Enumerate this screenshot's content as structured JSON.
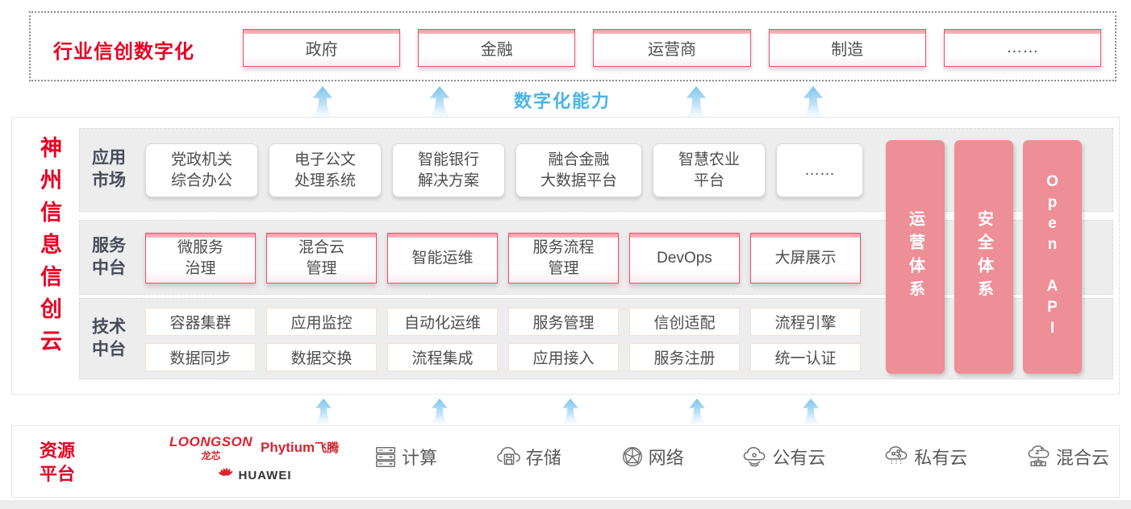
{
  "top_banner": {
    "title": "行业信创数字化",
    "items": [
      {
        "label": "政府"
      },
      {
        "label": "金融"
      },
      {
        "label": "运营商"
      },
      {
        "label": "制造"
      },
      {
        "label": "……"
      }
    ]
  },
  "capability": {
    "label": "数字化能力"
  },
  "platform": {
    "vertical_title": "神州信息信创云",
    "rows": {
      "app": {
        "label": "应用\n市场",
        "items": [
          "党政机关\n综合办公",
          "电子公文\n处理系统",
          "智能银行\n解决方案",
          "融合金融\n大数据平台",
          "智慧农业\n平台",
          "……"
        ]
      },
      "service": {
        "label": "服务\n中台",
        "items": [
          "微服务\n治理",
          "混合云\n管理",
          "智能运维",
          "服务流程\n管理",
          "DevOps",
          "大屏展示"
        ]
      },
      "tech": {
        "label": "技术\n中台",
        "row1": [
          "容器集群",
          "应用监控",
          "自动化运维",
          "服务管理",
          "信创适配",
          "流程引擎"
        ],
        "row2": [
          "数据同步",
          "数据交换",
          "流程集成",
          "应用接入",
          "服务注册",
          "统一认证"
        ]
      }
    },
    "side_bars": [
      "运营体系",
      "安全体系",
      "Open API"
    ]
  },
  "resource": {
    "title": "资源\n平台",
    "logos": {
      "loongson_en": "LOONGSON",
      "loongson_cn": "龙芯",
      "phytium_en": "Phytium",
      "phytium_cn": "飞腾",
      "huawei": "HUAWEI"
    },
    "items": [
      {
        "label": "计算"
      },
      {
        "label": "存储"
      },
      {
        "label": "网络"
      },
      {
        "label": "公有云"
      },
      {
        "label": "私有云"
      },
      {
        "label": "混合云"
      }
    ]
  },
  "colors": {
    "accent_red": "#e60023",
    "pink_bar": "#ee8e97",
    "box_border_pink": "#e4566b",
    "blue_label": "#49b4e8",
    "logo_red": "#d9232e"
  }
}
